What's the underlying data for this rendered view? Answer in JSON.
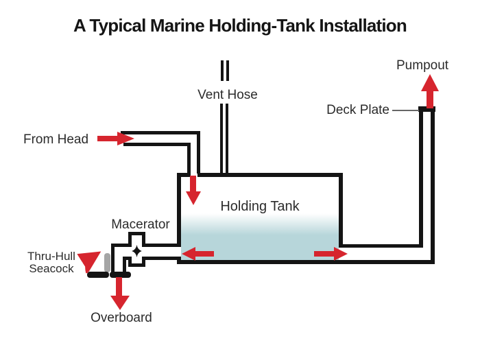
{
  "title": "A Typical Marine Holding-Tank Installation",
  "labels": {
    "vent_hose": "Vent Hose",
    "pumpout": "Pumpout",
    "deck_plate": "Deck Plate",
    "from_head": "From Head",
    "holding_tank": "Holding Tank",
    "macerator": "Macerator",
    "thru_hull_line1": "Thru-Hull",
    "thru_hull_line2": "Seacock",
    "overboard": "Overboard"
  },
  "arrows": [
    {
      "name": "from-head-flow",
      "direction": "right"
    },
    {
      "name": "inlet-into-tank-flow",
      "direction": "down"
    },
    {
      "name": "tank-to-macerator-flow",
      "direction": "left"
    },
    {
      "name": "tank-to-pumpout-flow",
      "direction": "right"
    },
    {
      "name": "overboard-flow",
      "direction": "down"
    },
    {
      "name": "pumpout-discharge-flow",
      "direction": "up"
    },
    {
      "name": "seacock-turn",
      "direction": "curved-up-right"
    }
  ],
  "colors": {
    "pipe": "#141414",
    "arrow": "#d6252e",
    "tank_fill": "#b7d6da",
    "handle": "#a5a5a5",
    "text": "#2b2b2b",
    "leader": "#666666"
  }
}
